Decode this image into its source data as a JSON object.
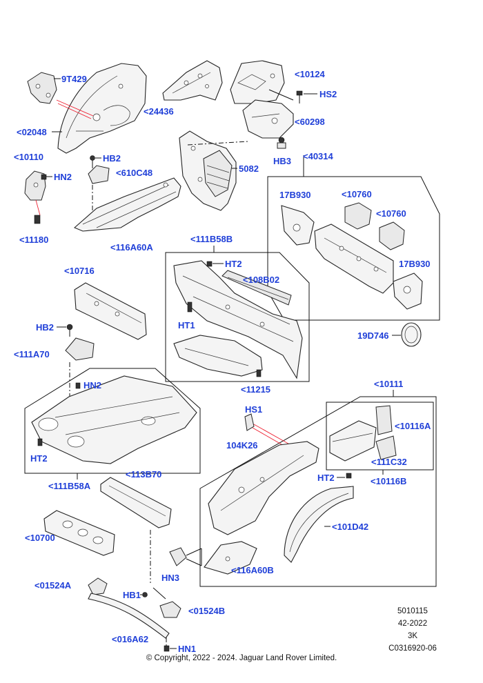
{
  "labels": {
    "l_9T429": "9T429",
    "l_24436": "<24436",
    "l_10124": "<10124",
    "l_HS2": "HS2",
    "l_60298": "<60298",
    "l_02048": "<02048",
    "l_10110": "<10110",
    "l_HN2a": "HN2",
    "l_HB2a": "HB2",
    "l_610C48": "<610C48",
    "l_5082": "5082",
    "l_HB3": "HB3",
    "l_40314": "<40314",
    "l_17B930a": "17B930",
    "l_10760a": "<10760",
    "l_10760b": "<10760",
    "l_17B930b": "17B930",
    "l_11180": "<11180",
    "l_116A60A": "<116A60A",
    "l_111B58B": "<111B58B",
    "l_HT2a": "HT2",
    "l_108B02": "<108B02",
    "l_HT1": "HT1",
    "l_11215": "<11215",
    "l_19D746": "19D746",
    "l_10716": "<10716",
    "l_HB2b": "HB2",
    "l_111A70": "<111A70",
    "l_HN2b": "HN2",
    "l_HT2b": "HT2",
    "l_111B58A": "<111B58A",
    "l_10111": "<10111",
    "l_HS1": "HS1",
    "l_104K26": "104K26",
    "l_10116A": "<10116A",
    "l_111C32": "<111C32",
    "l_HT2c": "HT2",
    "l_10116B": "<10116B",
    "l_113B70": "<113B70",
    "l_10700": "<10700",
    "l_101D42": "<101D42",
    "l_HN3": "HN3",
    "l_116A60B": "<116A60B",
    "l_01524A": "<01524A",
    "l_HB1": "HB1",
    "l_01524B": "<01524B",
    "l_016A62": "<016A62",
    "l_HN1": "HN1"
  },
  "meta": {
    "code1": "5010115",
    "code2": "42-2022",
    "code3": "3K",
    "code4": "C0316920-06"
  },
  "copyright": "© Copyright, 2022 - 2024. Jaguar Land Rover Limited."
}
